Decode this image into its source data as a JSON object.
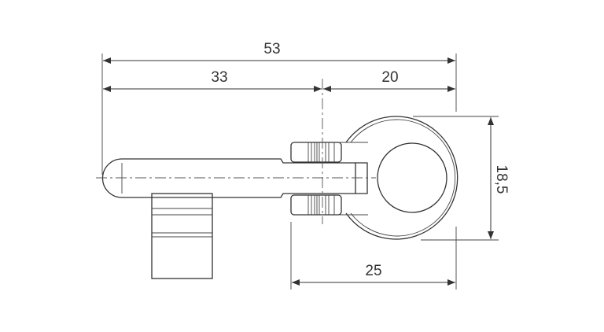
{
  "drawing": {
    "subject": "key",
    "dimensions": {
      "overall_length": "53",
      "shaft_length": "33",
      "head_length": "20",
      "head_diameter": "18,5",
      "head_width": "25"
    },
    "colors": {
      "line": "#333333",
      "background": "#ffffff"
    }
  }
}
